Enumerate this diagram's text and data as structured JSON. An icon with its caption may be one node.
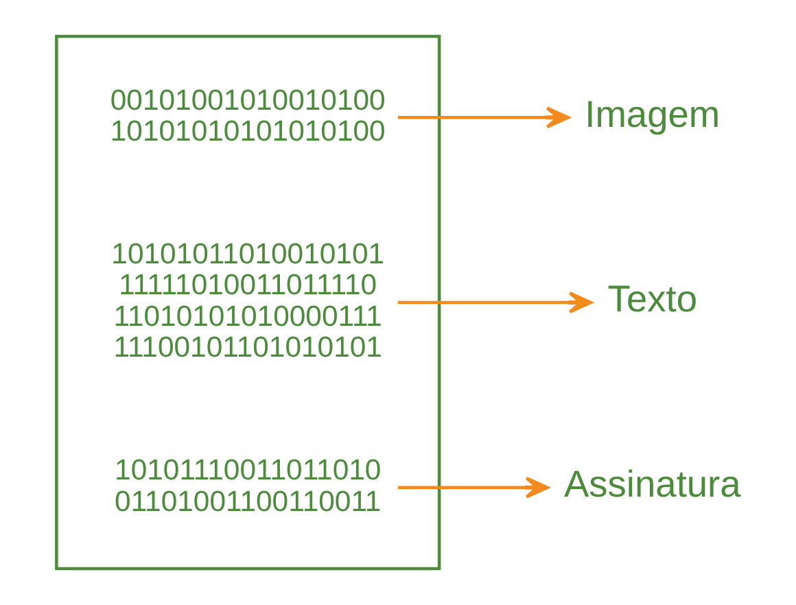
{
  "diagram": {
    "nodes": [
      {
        "text": [],
        "shape": "box"
      },
      {
        "text": [
          "00101001010010100",
          "10101010101010100"
        ],
        "in": 0
      },
      {
        "text": [
          "10101011010010101",
          "11111010011011110",
          "11010101010000111",
          "11100101101010101"
        ],
        "in": 0
      },
      {
        "text": [
          "10101110011011010",
          "01101001100110011"
        ],
        "in": 0
      },
      {
        "text": [
          "Imagem"
        ]
      },
      {
        "text": [
          "Texto"
        ]
      },
      {
        "text": [
          "Assinatura"
        ]
      }
    ],
    "edges": [
      {
        "from": 1,
        "to": 4,
        "arrow": "to",
        "color": "#f28a1e"
      },
      {
        "from": 2,
        "to": 5,
        "arrow": "to",
        "color": "#f28a1e"
      },
      {
        "from": 3,
        "to": 6,
        "arrow": "to",
        "color": "#f28a1e"
      }
    ]
  }
}
